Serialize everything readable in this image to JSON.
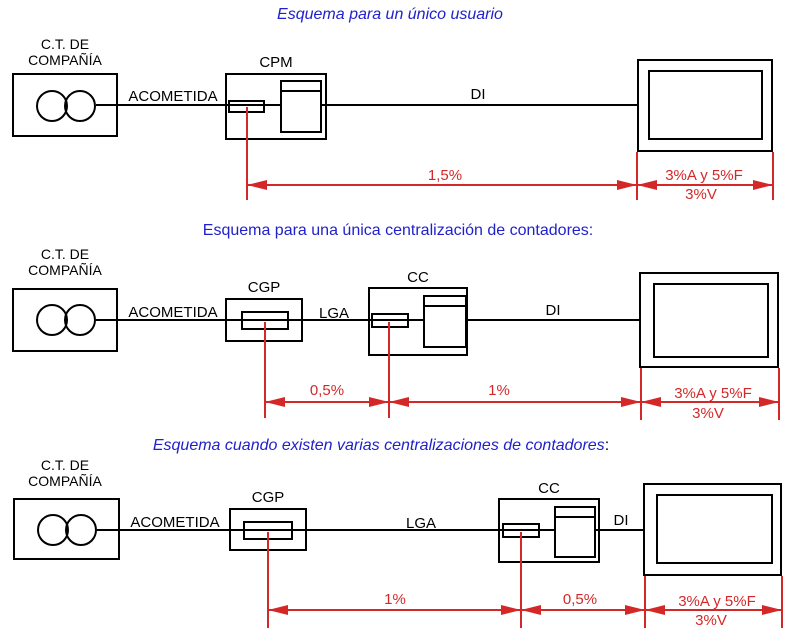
{
  "colors": {
    "black": "#000000",
    "red": "#d42828",
    "blue": "#2121cc"
  },
  "d1": {
    "title": "Esquema para un único usuario",
    "ct_line1": "C.T. DE",
    "ct_line2": "COMPAÑÍA",
    "acometida": "ACOMETIDA",
    "cpm": "CPM",
    "di": "DI",
    "dim_di": "1,5%",
    "dim_int_1": "3%A y 5%F",
    "dim_int_2": "3%V"
  },
  "d2": {
    "title": "Esquema para una única centralización de contadores:",
    "ct_line1": "C.T. DE",
    "ct_line2": "COMPAÑÍA",
    "acometida": "ACOMETIDA",
    "cgp": "CGP",
    "lga": "LGA",
    "cc": "CC",
    "di": "DI",
    "dim_lga": "0,5%",
    "dim_di": "1%",
    "dim_int_1": "3%A y 5%F",
    "dim_int_2": "3%V"
  },
  "d3": {
    "title": "Esquema cuando existen varias centralizaciones de contadores",
    "title_colon": ":",
    "ct_line1": "C.T. DE",
    "ct_line2": "COMPAÑÍA",
    "acometida": "ACOMETIDA",
    "cgp": "CGP",
    "lga": "LGA",
    "cc": "CC",
    "di": "DI",
    "dim_lga": "1%",
    "dim_di": "0,5%",
    "dim_int_1": "3%A y 5%F",
    "dim_int_2": "3%V"
  }
}
